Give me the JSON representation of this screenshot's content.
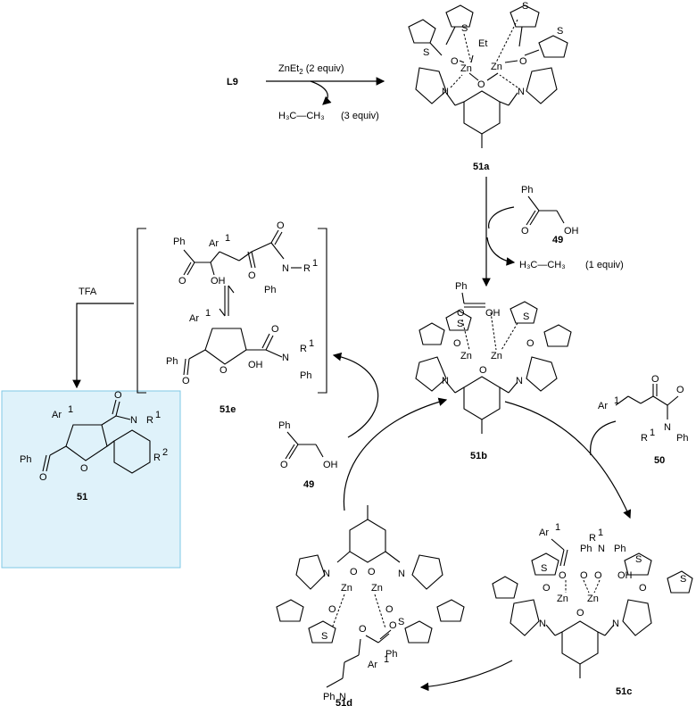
{
  "reagents": {
    "l9": "L9",
    "znet2": "ZnEt",
    "znet2_sub": "2",
    "znet2_equiv": "(2 equiv)",
    "ethane_3": "H₃C—CH₃",
    "ethane_3_equiv": "(3 equiv)",
    "ethane_1": "H₃C—CH₃",
    "ethane_1_equiv": "(1 equiv)",
    "tfa": "TFA"
  },
  "compounds": {
    "c51a": "51a",
    "c51b": "51b",
    "c51c": "51c",
    "c51d": "51d",
    "c51e": "51e",
    "c49_top": "49",
    "c49_mid": "49",
    "c50": "50",
    "c51": "51"
  },
  "atoms": {
    "zn": "Zn",
    "o": "O",
    "n": "N",
    "s": "S",
    "et": "Et",
    "ph": "Ph",
    "oh": "OH",
    "ar1": "Ar",
    "r1": "R",
    "r2": "R",
    "sup1": "1",
    "sup2": "2"
  },
  "colors": {
    "product_box_fill": "#dff2fa",
    "product_box_stroke": "#7fc8e6"
  }
}
